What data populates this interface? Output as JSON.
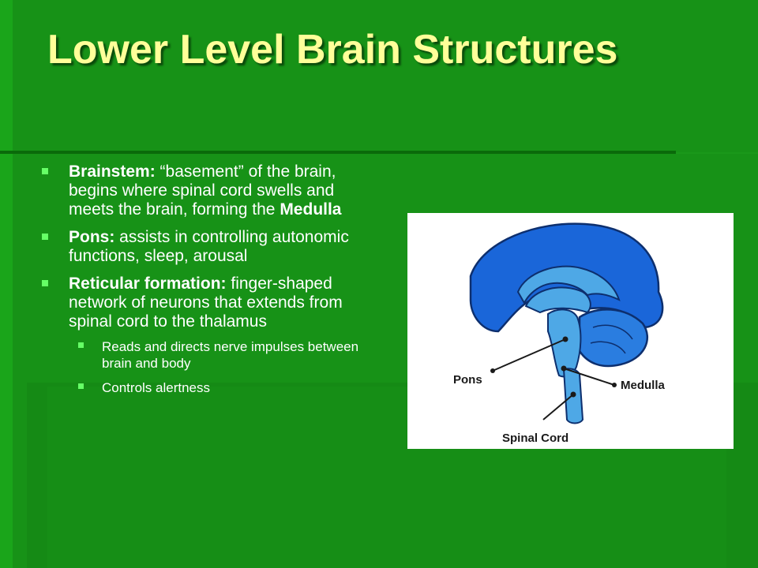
{
  "slide": {
    "title": "Lower Level Brain Structures",
    "bullets": [
      {
        "term": "Brainstem:",
        "text_before": " “basement” of the brain, begins where spinal cord swells and meets the brain, forming the ",
        "emphasis": "Medulla"
      },
      {
        "term": "Pons:",
        "text": " assists in controlling autonomic functions, sleep, arousal"
      },
      {
        "term": "Reticular formation:",
        "text": " finger-shaped network of neurons that extends from spinal cord to the thalamus",
        "sub_bullets": [
          "Reads and directs nerve impulses between brain and body",
          "Controls alertness"
        ]
      }
    ]
  },
  "figure": {
    "labels": {
      "pons": "Pons",
      "medulla": "Medulla",
      "spinal_cord": "Spinal Cord"
    }
  },
  "colors": {
    "background": "#179217",
    "title": "#ffff99",
    "bullet_square": "#66ff66",
    "brain_dark": "#1a66d9",
    "brain_light": "#4ea8e6",
    "cerebellum": "#2a7de0"
  }
}
